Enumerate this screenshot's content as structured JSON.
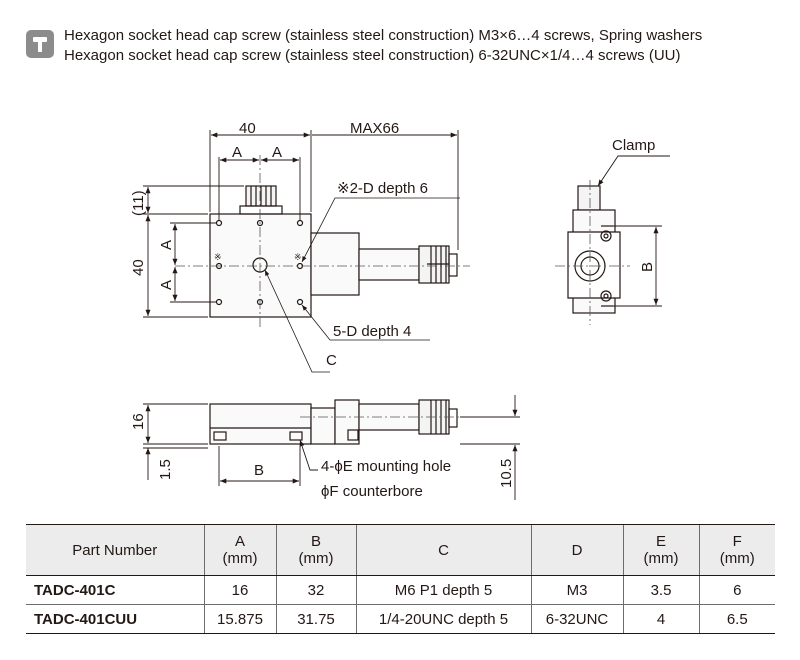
{
  "notes": {
    "icon": "screw-icon",
    "line1": "Hexagon socket head cap screw (stainless steel construction) M3×6…4 screws, Spring washers",
    "line2": "Hexagon socket head cap screw (stainless steel construction) 6-32UNC×1/4…4 screws (UU)"
  },
  "drawing": {
    "dim_40_top": "40",
    "dim_max66": "MAX66",
    "dim_a1": "A",
    "dim_a2": "A",
    "dim_11": "(11)",
    "dim_40_side": "40",
    "dim_a_v1": "A",
    "dim_a_v2": "A",
    "callout_2d": "※2-D depth 6",
    "callout_5d": "5-D depth 4",
    "callout_c": "C",
    "clamp_label": "Clamp",
    "dim_b_end": "B",
    "dim_16": "16",
    "dim_15": "1.5",
    "dim_b_side": "B",
    "dim_105": "10.5",
    "callout_e": "4-ϕE mounting hole",
    "callout_f": "ϕF counterbore"
  },
  "table": {
    "headers": [
      {
        "top": "Part Number",
        "unit": ""
      },
      {
        "top": "A",
        "unit": "(mm)"
      },
      {
        "top": "B",
        "unit": "(mm)"
      },
      {
        "top": "C",
        "unit": ""
      },
      {
        "top": "D",
        "unit": ""
      },
      {
        "top": "E",
        "unit": "(mm)"
      },
      {
        "top": "F",
        "unit": "(mm)"
      }
    ],
    "rows": [
      [
        "TADC-401C",
        "16",
        "32",
        "M6 P1 depth 5",
        "M3",
        "3.5",
        "6"
      ],
      [
        "TADC-401CUU",
        "15.875",
        "31.75",
        "1/4-20UNC depth 5",
        "6-32UNC",
        "4",
        "6.5"
      ]
    ]
  },
  "colors": {
    "line": "#231815",
    "leader": "#2b6cb0",
    "header_bg": "#ececec"
  }
}
